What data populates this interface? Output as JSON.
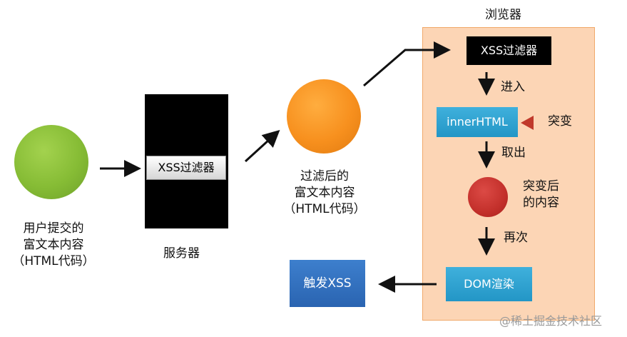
{
  "user_submission": {
    "lines": [
      "用户提交的",
      "富文本内容",
      "（HTML代码）"
    ]
  },
  "server": {
    "filter_label": "XSS过滤器",
    "label": "服务器"
  },
  "filtered_content": {
    "lines": [
      "过滤后的",
      "富文本内容",
      "（HTML代码）"
    ]
  },
  "browser": {
    "title": "浏览器",
    "filter_label": "XSS过滤器",
    "step_enter": "进入",
    "innerhtml_label": "innerHTML",
    "mutation_label": "突变",
    "step_extract": "取出",
    "mutated_content": {
      "lines": [
        "突变后",
        "的内容"
      ]
    },
    "step_again": "再次",
    "dom_render_label": "DOM渲染"
  },
  "trigger": {
    "label": "触发XSS"
  },
  "watermark": "@稀土掘金技术社区",
  "colors": {
    "browser_bg": "#fcd5b5",
    "user_circle": "#86bc35",
    "filtered_circle": "#f7901e",
    "mutated_circle": "#c3302b",
    "blue_box": "#2fa3d2",
    "trigger_box": "#3272bf",
    "mutation_marker": "#c0392b"
  }
}
